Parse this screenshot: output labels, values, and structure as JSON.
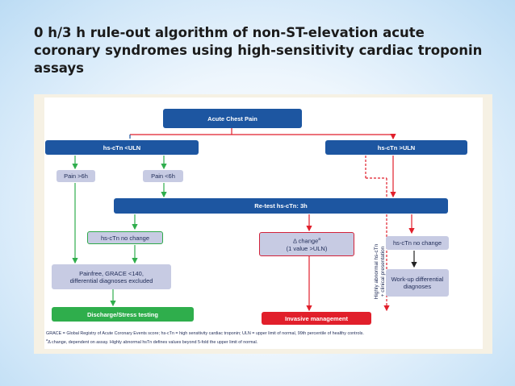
{
  "title": "0 h/3 h rule-out algorithm of non-ST-elevation acute coronary syndromes using high-sensitivity cardiac troponin assays",
  "diagram": {
    "acute_chest_pain": "Acute Chest Pain",
    "hs_ctn_below_uln": "hs-cTn <ULN",
    "hs_ctn_above_uln": "hs-cTn >ULN",
    "pain_over_6h": "Pain >6h",
    "pain_under_6h": "Pain <6h",
    "retest": "Re-test hs-cTn: 3h",
    "no_change_left": "hs-cTn no change",
    "delta_change_line1": "Δ change",
    "delta_change_sup": "a",
    "delta_change_line2": "(1 value >ULN)",
    "no_change_right": "hs-cTn no change",
    "painfree_line1": "Painfree, GRACE <140,",
    "painfree_line2": "differential diagnoses excluded",
    "highly_abnormal_line1": "Highly abnormal hs-cTn",
    "highly_abnormal_line2": "+ clinical presentation",
    "workup_line1": "Work-up differential",
    "workup_line2": "diagnoses",
    "discharge": "Discharge/Stress testing",
    "invasive": "Invasive management"
  },
  "footnote": {
    "line1": "GRACE = Global Registry of Acute Coronary Events score; hs-cTn = high sensitivity cardiac troponin; ULN = upper limit of normal, 99th percentile of healthy controls.",
    "line2_sup": "a",
    "line2": "Δ change, dependent on assay. Highly abnormal hsTn defines values beyond 5-fold the upper limit of normal."
  },
  "colors": {
    "dark_blue": "#1d56a1",
    "lavender": "#c7cbe3",
    "green": "#2fae4c",
    "red": "#e11f2b",
    "black_arrow": "#222222"
  }
}
